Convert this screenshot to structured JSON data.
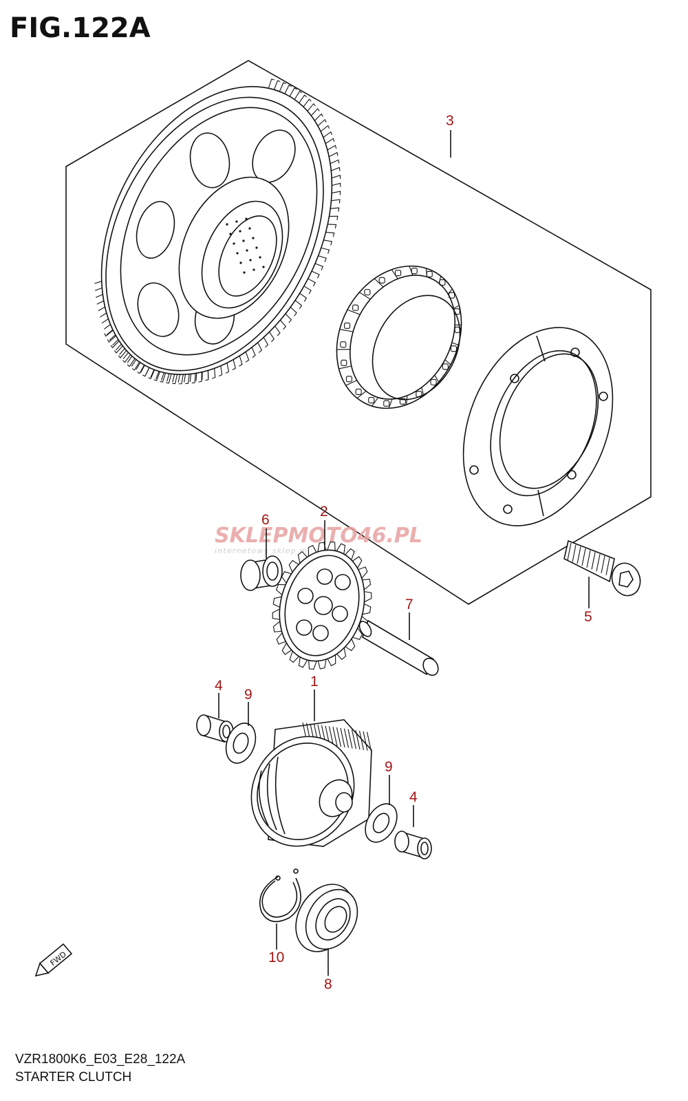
{
  "figure": {
    "title": "FIG.122A",
    "model_code": "VZR1800K6_E03_E28_122A",
    "section_name": "STARTER CLUTCH"
  },
  "fwd_label": "FWD",
  "watermark": {
    "brand_text": "SKLEPMOTO46.PL",
    "tagline": "internetowy sklep motocyklowy"
  },
  "callouts": [
    {
      "id": "part-3",
      "label": "3"
    },
    {
      "id": "part-6",
      "label": "6"
    },
    {
      "id": "part-2",
      "label": "2"
    },
    {
      "id": "part-5",
      "label": "5"
    },
    {
      "id": "part-7",
      "label": "7"
    },
    {
      "id": "part-1",
      "label": "1"
    },
    {
      "id": "part-4-left",
      "label": "4"
    },
    {
      "id": "part-9-left",
      "label": "9"
    },
    {
      "id": "part-9-right",
      "label": "9"
    },
    {
      "id": "part-4-right",
      "label": "4"
    },
    {
      "id": "part-10",
      "label": "10"
    },
    {
      "id": "part-8",
      "label": "8"
    }
  ],
  "colors": {
    "callout_text": "#a31515",
    "line": "#111111",
    "watermark_red": "#e8a0a0",
    "watermark_grey": "#cfcfcf"
  }
}
